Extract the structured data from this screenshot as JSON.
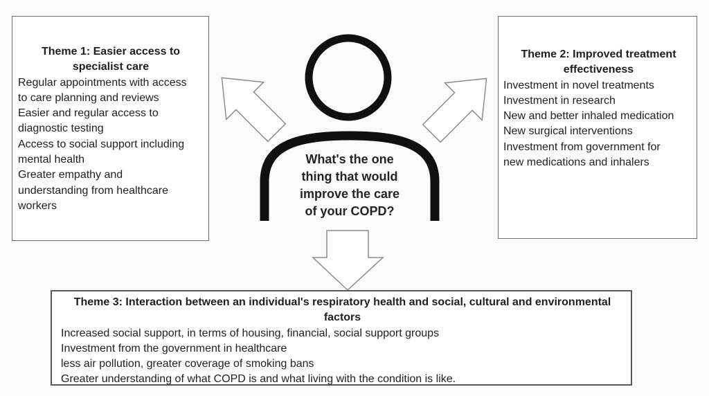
{
  "question": {
    "lines": [
      "What's the one",
      "thing that would",
      "improve the care",
      "of your COPD?"
    ]
  },
  "themes": [
    {
      "title": "Theme 1: Easier access to\nspecialist care",
      "items": [
        "Regular appointments with access\nto care planning and reviews",
        "Easier and regular access to\ndiagnostic testing",
        "Access to social support including\nmental health",
        "Greater empathy and\nunderstanding from healthcare\nworkers"
      ]
    },
    {
      "title": "Theme 2: Improved treatment\neffectiveness",
      "items": [
        "Investment in novel treatments",
        "Investment in research",
        "New and better inhaled medication",
        "New surgical interventions",
        "Investment from government for\nnew medications and inhalers"
      ]
    },
    {
      "title": "Theme 3: Interaction between an individual's respiratory health and social, cultural and environmental\nfactors",
      "items": [
        "Increased social support, in terms of housing, financial, social support groups",
        "Investment from the government in healthcare",
        "less air pollution, greater coverage of smoking bans",
        "Greater understanding of what COPD is and what living with the condition is like."
      ]
    }
  ],
  "icons": {
    "person": "person-silhouette",
    "arrow_left": "arrow-up-left",
    "arrow_right": "arrow-up-right",
    "arrow_down": "arrow-down"
  },
  "colors": {
    "background": "#fbfbfb",
    "box_background": "#fefefe",
    "box_border": "#6b6b6b",
    "text": "#1f1f1f",
    "figure_stroke": "#101010",
    "arrow_outline": "#8c8c8c",
    "arrow_fill": "#ffffff"
  }
}
